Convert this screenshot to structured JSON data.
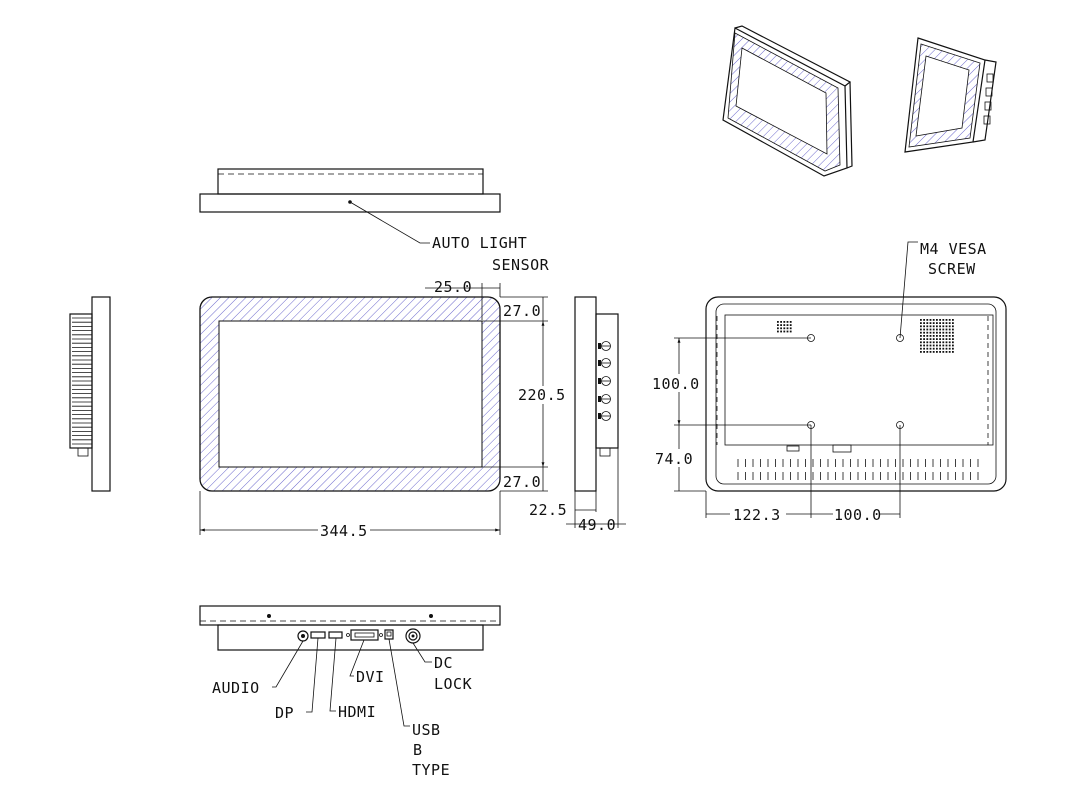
{
  "labels": {
    "auto_light_sensor_1": "AUTO LIGHT",
    "auto_light_sensor_2": "SENSOR",
    "m4_vesa_screw_1": "M4 VESA",
    "m4_vesa_screw_2": "SCREW",
    "audio": "AUDIO",
    "dp": "DP",
    "hdmi": "HDMI",
    "dvi": "DVI",
    "usb_1": "USB",
    "usb_2": "B",
    "usb_3": "TYPE",
    "dc_1": "DC",
    "dc_2": "LOCK"
  },
  "dimensions": {
    "bezel_side": "25.0",
    "bezel_top": "27.0",
    "height": "220.5",
    "bezel_bottom": "27.0",
    "width": "344.5",
    "depth_front": "22.5",
    "depth_total": "49.0",
    "vesa_vertical": "100.0",
    "vesa_bottom_offset": "74.0",
    "vesa_side_offset": "122.3",
    "vesa_horizontal": "100.0"
  }
}
